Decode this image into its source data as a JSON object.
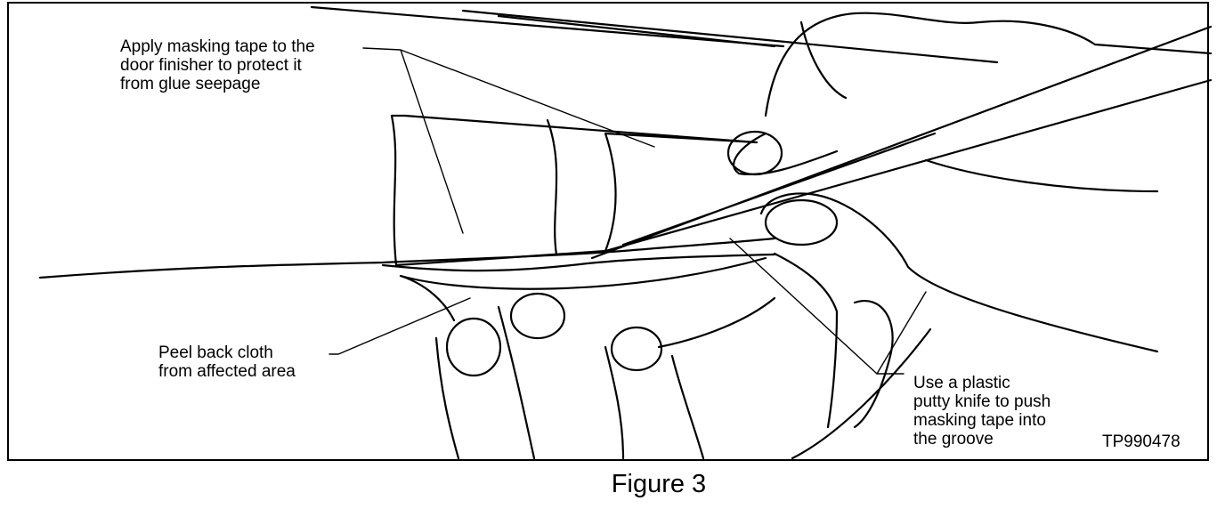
{
  "callouts": {
    "masking_tape": "Apply masking tape to the\ndoor finisher to protect it\nfrom glue seepage",
    "peel_cloth": "Peel back cloth\nfrom affected area",
    "putty_knife": "Use a plastic\nputty knife to push\nmasking tape into\nthe groove"
  },
  "figure_code": "TP990478",
  "caption": "Figure 3"
}
